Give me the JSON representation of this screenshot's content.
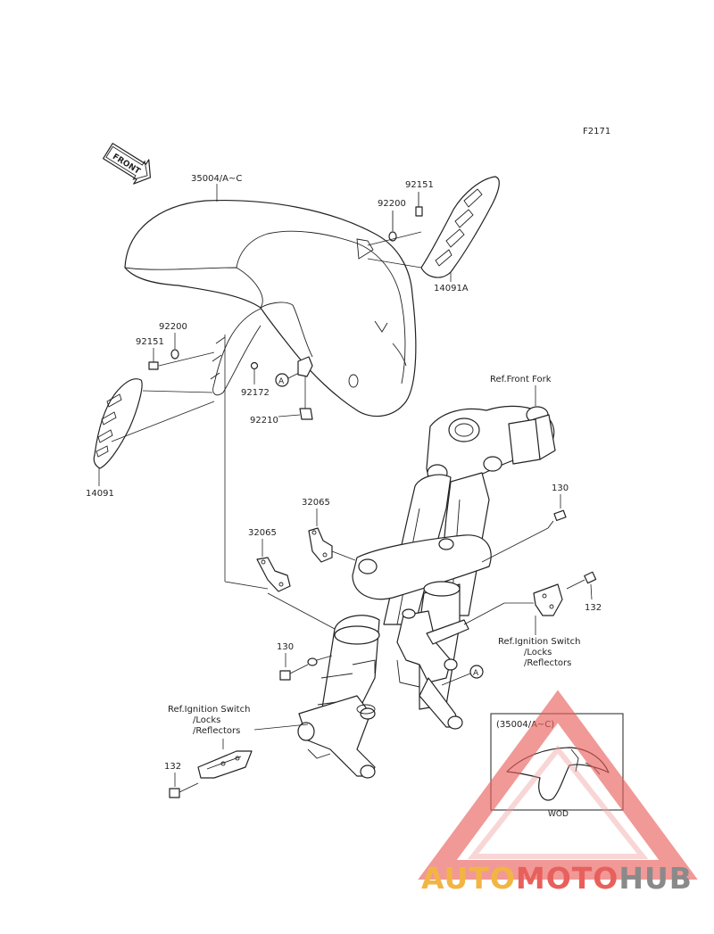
{
  "figure_code": "F2171",
  "front_label": "FRONT",
  "parts": {
    "fender": "35004/A~C",
    "bolt_upper_right": "92151",
    "washer_upper_right": "92200",
    "cover_right": "14091A",
    "washer_left": "92200",
    "bolt_left": "92151",
    "bolt_center": "92172",
    "clip": "92210",
    "cover_left": "14091",
    "bracket_right": "32065",
    "bracket_left": "32065",
    "bolt_fork_upper": "130",
    "bolt_fork_lower": "130",
    "bolt_right": "132",
    "bolt_left_low": "132"
  },
  "ref_labels": {
    "front_fork": "Ref.Front Fork",
    "ignition_right": [
      "Ref.Ignition Switch",
      "/Locks",
      "/Reflectors"
    ],
    "ignition_left": [
      "Ref.Ignition Switch",
      "/Locks",
      "/Reflectors"
    ]
  },
  "callout_marker": "A",
  "inset": {
    "caption": "(35004/A~C)",
    "sublabel": "WOD"
  },
  "watermark": {
    "text_part1": "AUTO",
    "text_part2": "MOTO",
    "text_part3": "HUB",
    "color1": "#f2b544",
    "color2": "#e8605c",
    "color3": "#8a8a8a"
  }
}
